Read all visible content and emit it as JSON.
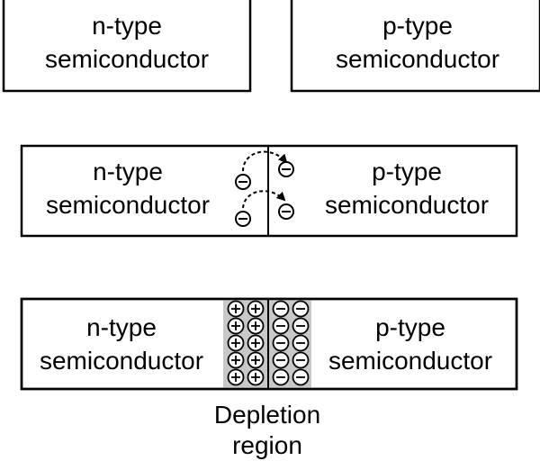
{
  "panel1": {
    "left": {
      "line1": "n-type",
      "line2": "semiconductor"
    },
    "right": {
      "line1": "p-type",
      "line2": "semiconductor"
    }
  },
  "panel2": {
    "left": {
      "line1": "n-type",
      "line2": "semiconductor"
    },
    "right": {
      "line1": "p-type",
      "line2": "semiconductor"
    },
    "charge_symbol": "−"
  },
  "panel3": {
    "left": {
      "line1": "n-type",
      "line2": "semiconductor"
    },
    "right": {
      "line1": "p-type",
      "line2": "semiconductor"
    },
    "positive_symbol": "+",
    "negative_symbol": "−",
    "depletion_fill": "#c8c8c8",
    "caption": {
      "line1": "Depletion",
      "line2": "region"
    }
  },
  "colors": {
    "stroke": "#000000",
    "background": "#ffffff"
  }
}
